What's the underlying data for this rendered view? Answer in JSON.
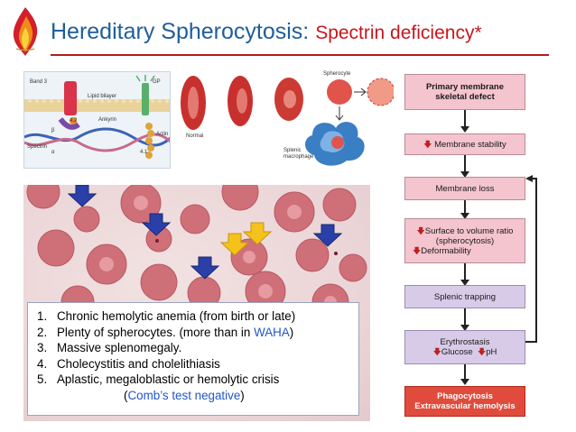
{
  "header": {
    "title_main": "Hereditary Spherocytosis: ",
    "title_sub": "Spectrin deficiency*"
  },
  "mechanism": {
    "labels": [
      "Band 3",
      "GP",
      "Lipid bilayer",
      "Ankyrin",
      "Actin",
      "Spectrin",
      "4.2",
      "4.1",
      "β",
      "α"
    ]
  },
  "cells_panel": {
    "labels": [
      "Normal",
      "Spherocyte",
      "Splenic macrophage"
    ]
  },
  "features": {
    "items": [
      {
        "n": "1.",
        "text": "Chronic hemolytic anemia (from birth or late)"
      },
      {
        "n": "2.",
        "text_before": "Plenty of spherocytes. (more than in ",
        "highlight": "WAHA",
        "text_after": ")"
      },
      {
        "n": "3.",
        "text": "Massive splenomegaly."
      },
      {
        "n": "4.",
        "text": "Cholecystitis and cholelithiasis"
      },
      {
        "n": "5.",
        "text": "Aplastic, megaloblastic or hemolytic crisis"
      }
    ],
    "cont_open": "(",
    "cont_highlight": "Comb’s test negative",
    "cont_close": ")"
  },
  "flowchart": {
    "primary": [
      "Primary membrane",
      "skeletal defect"
    ],
    "stability": "Membrane stability",
    "loss": "Membrane loss",
    "surface": [
      "Surface to volume ratio",
      "(spherocytosis)"
    ],
    "deform": "Deformability",
    "trapping": "Splenic trapping",
    "erythro": "Erythrostasis",
    "glucose": "Glucose",
    "ph": "pH",
    "phago": [
      "Phagocytosis",
      "Extravascular hemolysis"
    ]
  },
  "colors": {
    "title_blue": "#1f5e9a",
    "title_red": "#c8161d",
    "link_blue": "#2255cc",
    "box_pink": "#f4c4cf",
    "box_lavender": "#d8cbe8",
    "box_red": "#e04b3c"
  }
}
